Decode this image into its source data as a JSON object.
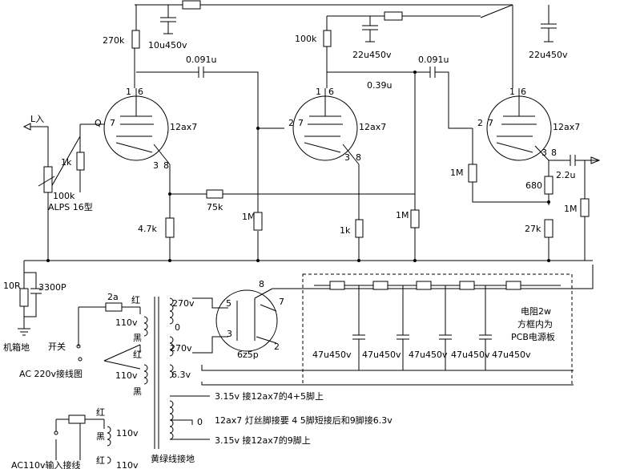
{
  "labels": {
    "r270k": "270k",
    "c10u": "10u450v",
    "r100k": "100k",
    "c22u_a": "22u450v",
    "c22u_b": "22u450v",
    "c091_a": "0.091u",
    "c091_b": "0.091u",
    "c039": "0.39u",
    "l_in": "L入",
    "q": "Q",
    "t1": "12ax7",
    "t2": "12ax7",
    "t3": "12ax7",
    "r1k_a": "1k",
    "pot": "100k",
    "pot_model": "ALPS 16型",
    "r47k": "4.7k",
    "r75k": "75k",
    "r1m_a": "1M",
    "r1m_b": "1M",
    "r1k_b": "1k",
    "r1m_c": "1M",
    "r680": "680",
    "r27k": "27k",
    "c22u_out": "2.2u",
    "r1m_out": "1M",
    "r10r": "10R",
    "c3300": "3300P",
    "chassis_gnd": "机箱地",
    "fuse2a": "2a",
    "red1": "红",
    "v110_a": "110v",
    "black1": "黑",
    "red2": "红",
    "v110_b": "110v",
    "black2": "黑",
    "switch": "开关",
    "ac220": "AC 220v接线图",
    "v270_a": "270v",
    "v0": "0",
    "v270_b": "270v",
    "v63": "6.3v",
    "rect": "6z5p",
    "psu_note1": "电阻2w",
    "psu_note2": "方框内为",
    "psu_note3": "PCB电源板",
    "c47_1": "47u450v",
    "c47_2": "47u450v",
    "c47_3": "47u450v",
    "c47_4": "47u450v",
    "c47_5": "47u450v",
    "h1": "3.15v 接12ax7的4+5脚上",
    "h2": "12ax7 灯丝脚接要 4 5脚短接后和9脚接6.3v",
    "h2_zero": "0",
    "h3": "3.15v 接12ax7的9脚上",
    "ground_wire": "黄绿线接地",
    "ac110": "AC110v输入接线",
    "red3": "红",
    "black3": "黑",
    "v110_c": "110v",
    "red4": "红",
    "v110_d": "110v",
    "pins": {
      "p1": "1",
      "p6": "6",
      "p7": "7",
      "p3": "3",
      "p8": "8",
      "q1": "1",
      "q6": "6",
      "q2": "2",
      "q7": "7",
      "q3": "3",
      "q8": "8",
      "s1": "1",
      "s6": "6",
      "s2": "2",
      "s7": "7",
      "s3": "3",
      "s8": "8",
      "r5": "5",
      "r3": "3",
      "r8": "8",
      "r7": "7",
      "r2": "2"
    }
  }
}
